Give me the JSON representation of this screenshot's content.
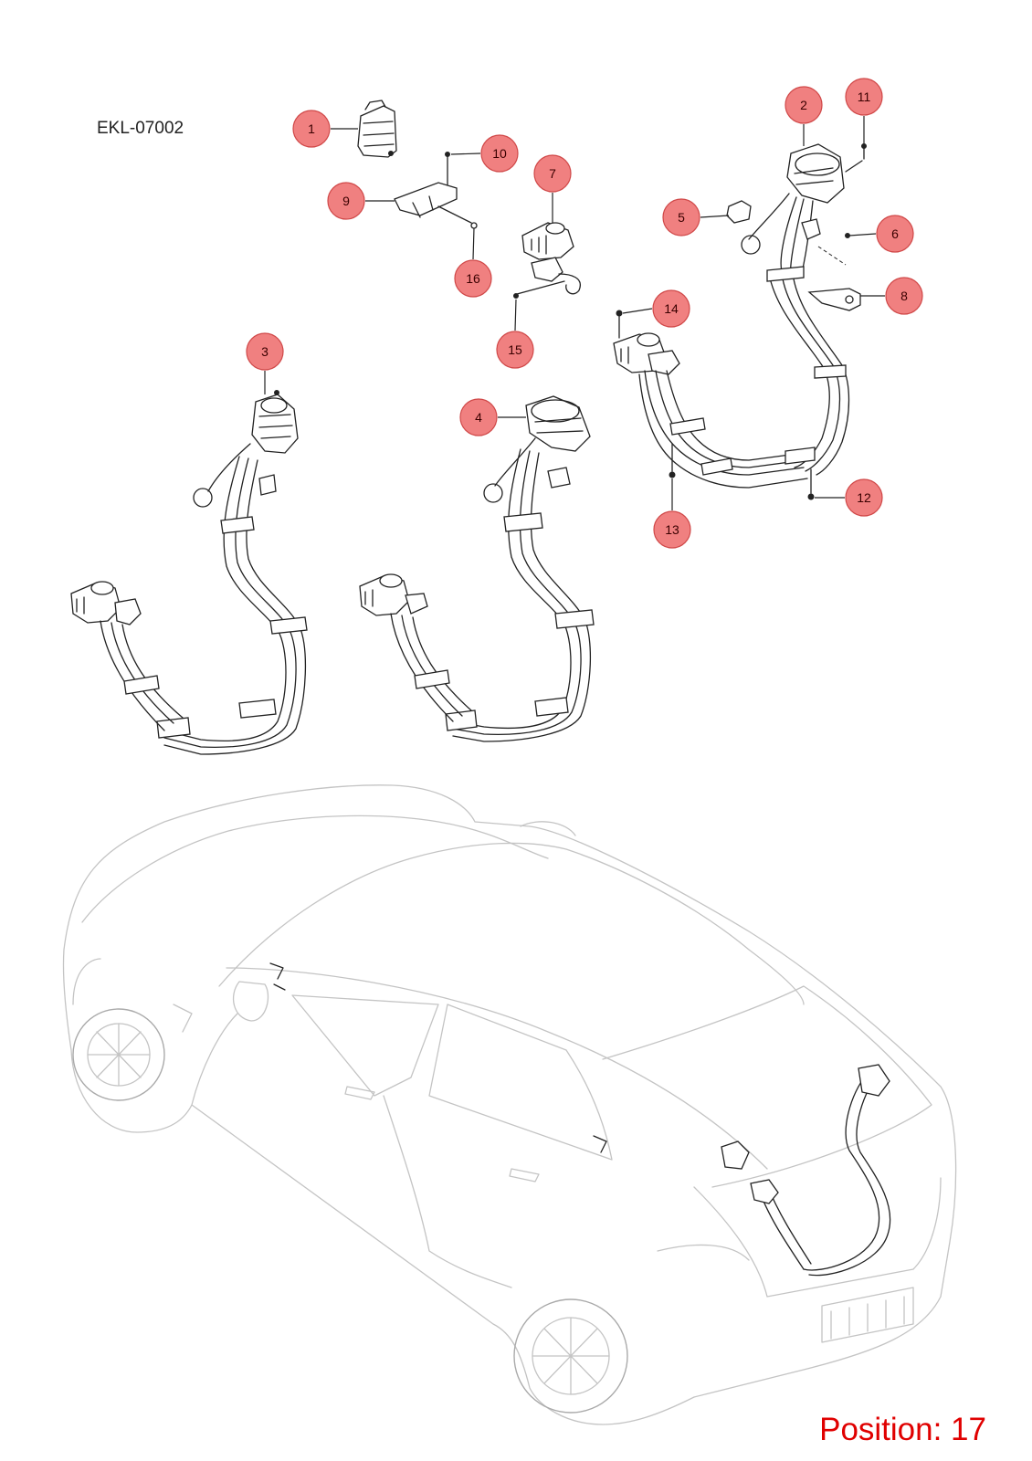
{
  "document": {
    "code": "EKL-07002",
    "position_label": "Position: 17"
  },
  "callouts": [
    {
      "id": "1",
      "label": "1"
    },
    {
      "id": "2",
      "label": "2"
    },
    {
      "id": "3",
      "label": "3"
    },
    {
      "id": "4",
      "label": "4"
    },
    {
      "id": "5",
      "label": "5"
    },
    {
      "id": "6",
      "label": "6"
    },
    {
      "id": "7",
      "label": "7"
    },
    {
      "id": "8",
      "label": "8"
    },
    {
      "id": "9",
      "label": "9"
    },
    {
      "id": "10",
      "label": "10"
    },
    {
      "id": "11",
      "label": "11"
    },
    {
      "id": "12",
      "label": "12"
    },
    {
      "id": "13",
      "label": "13"
    },
    {
      "id": "14",
      "label": "14"
    },
    {
      "id": "15",
      "label": "15"
    },
    {
      "id": "16",
      "label": "16"
    }
  ],
  "colors": {
    "callout_fill": "#f08080",
    "callout_stroke": "#d04848",
    "position_text": "#e00000",
    "line_art": "#222222",
    "car_outline": "#c4c4c4"
  }
}
